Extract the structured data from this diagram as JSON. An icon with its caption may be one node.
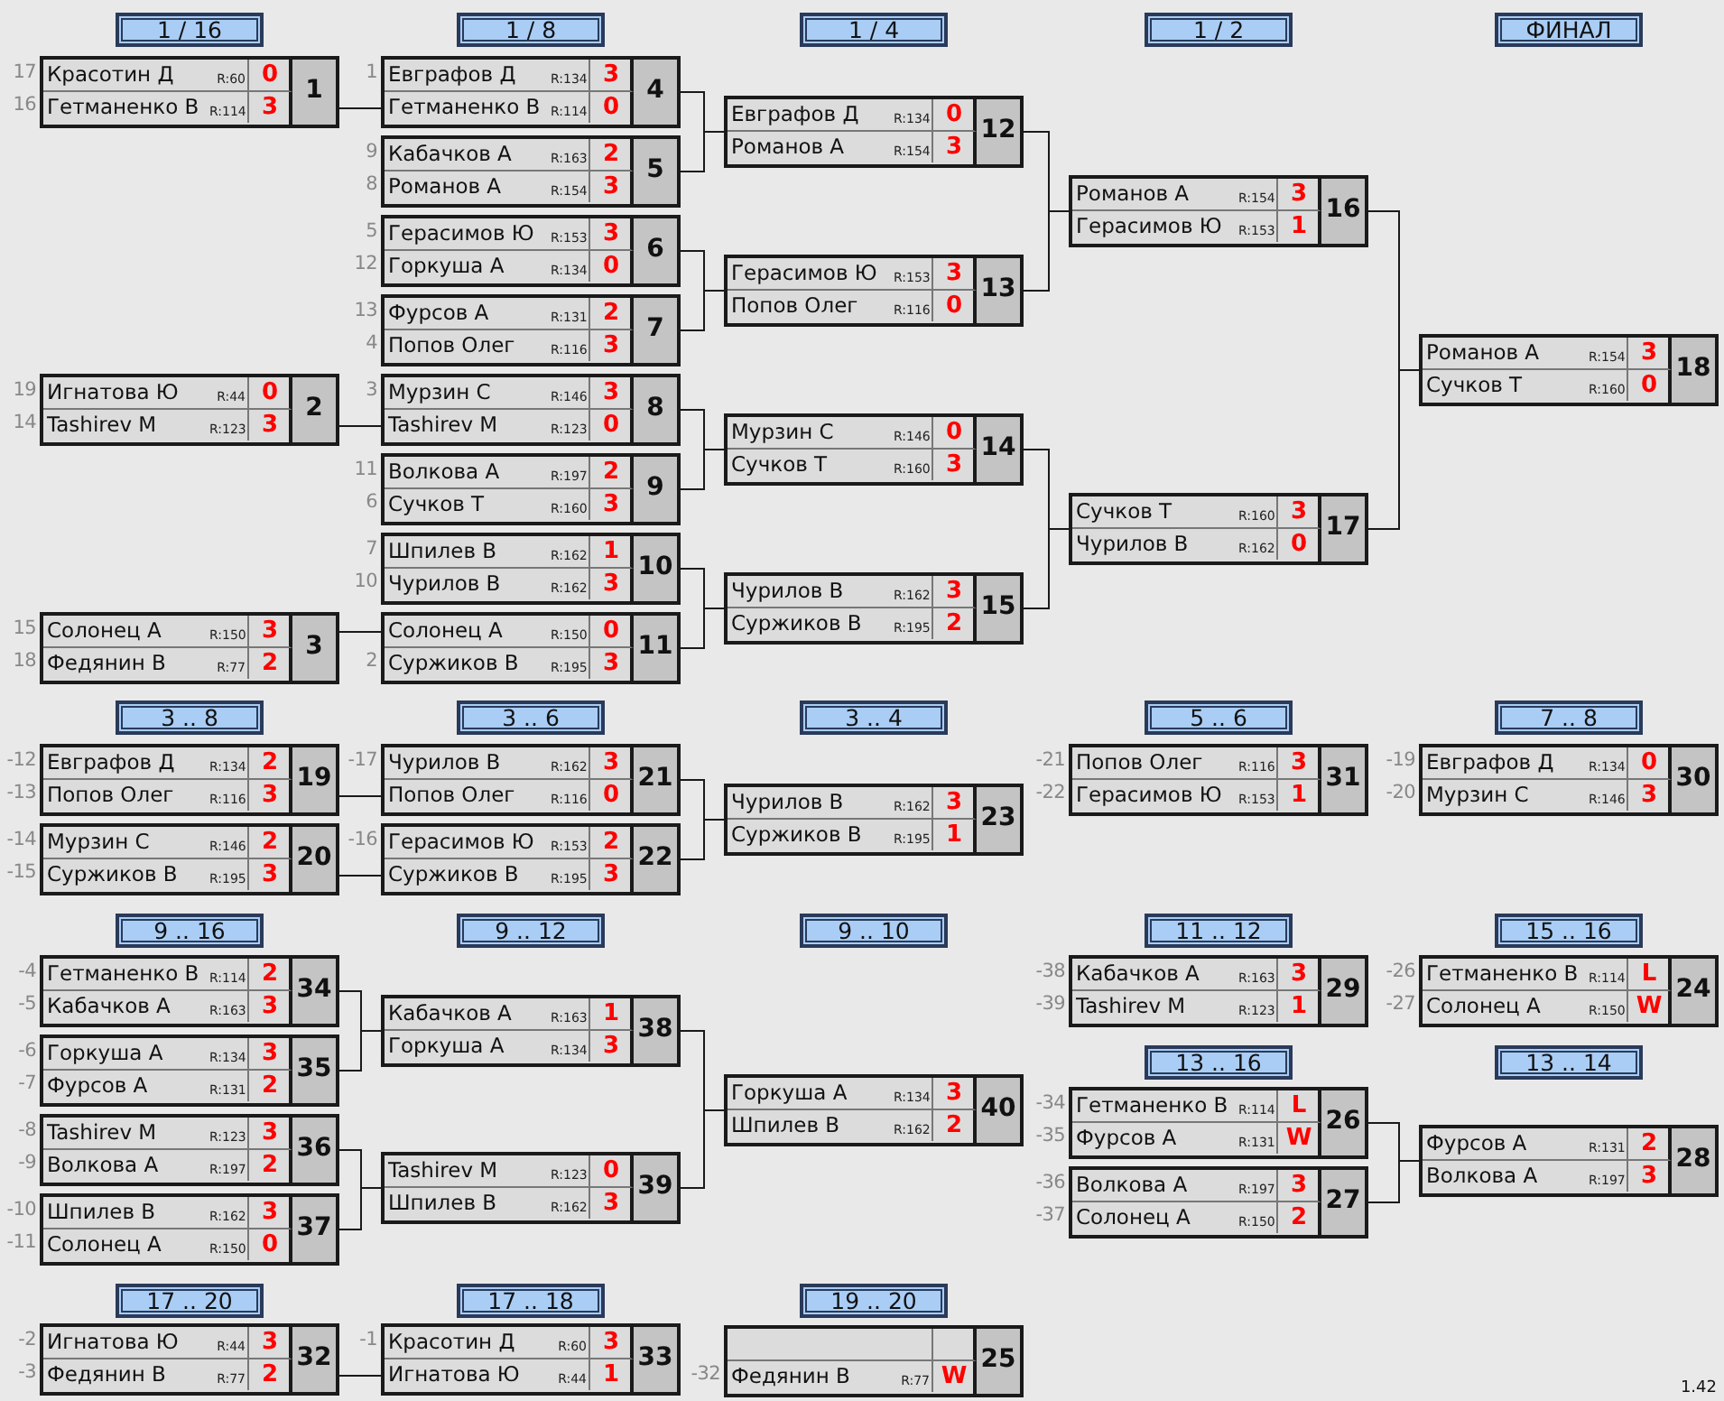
{
  "diagram": {
    "nodes": [
      {
        "text": [
          "1"
        ]
      },
      {
        "text": [
          "Красотин Д",
          "R:60",
          "0"
        ],
        "in": 0,
        "beside": [
          "17"
        ]
      },
      {
        "text": [
          "Гетманенко В",
          "R:114",
          "3"
        ],
        "in": 0,
        "beside": [
          "16"
        ]
      },
      {
        "text": [
          "2"
        ]
      },
      {
        "text": [
          "Игнатова Ю",
          "R:44",
          "0"
        ],
        "in": 3,
        "beside": [
          "19"
        ]
      },
      {
        "text": [
          "Tashirev M",
          "R:123",
          "3"
        ],
        "in": 3,
        "beside": [
          "14"
        ]
      },
      {
        "text": [
          "3"
        ]
      },
      {
        "text": [
          "Солонец А",
          "R:150",
          "3"
        ],
        "in": 6,
        "beside": [
          "15"
        ]
      },
      {
        "text": [
          "Федянин В",
          "R:77",
          "2"
        ],
        "in": 6,
        "beside": [
          "18"
        ]
      },
      {
        "text": [
          "4"
        ]
      },
      {
        "text": [
          "Евграфов Д",
          "R:134",
          "3"
        ],
        "in": 9,
        "beside": [
          "1"
        ]
      },
      {
        "text": [
          "Гетманенко В",
          "R:114",
          "0"
        ],
        "in": 9
      },
      {
        "text": [
          "5"
        ]
      },
      {
        "text": [
          "Кабачков А",
          "R:163",
          "2"
        ],
        "in": 12,
        "beside": [
          "9"
        ]
      },
      {
        "text": [
          "Романов А",
          "R:154",
          "3"
        ],
        "in": 12,
        "beside": [
          "8"
        ]
      },
      {
        "text": [
          "6"
        ]
      },
      {
        "text": [
          "Герасимов Ю",
          "R:153",
          "3"
        ],
        "in": 15,
        "beside": [
          "5"
        ]
      },
      {
        "text": [
          "Горкуша А",
          "R:134",
          "0"
        ],
        "in": 15,
        "beside": [
          "12"
        ]
      },
      {
        "text": [
          "7"
        ]
      },
      {
        "text": [
          "Фурсов А",
          "R:131",
          "2"
        ],
        "in": 18,
        "beside": [
          "13"
        ]
      },
      {
        "text": [
          "Попов Олег",
          "R:116",
          "3"
        ],
        "in": 18,
        "beside": [
          "4"
        ]
      },
      {
        "text": [
          "8"
        ]
      },
      {
        "text": [
          "Мурзин С",
          "R:146",
          "3"
        ],
        "in": 21,
        "beside": [
          "3"
        ]
      },
      {
        "text": [
          "Tashirev M",
          "R:123",
          "0"
        ],
        "in": 21
      },
      {
        "text": [
          "9"
        ]
      },
      {
        "text": [
          "Волкова А",
          "R:197",
          "2"
        ],
        "in": 24,
        "beside": [
          "11"
        ]
      },
      {
        "text": [
          "Сучков Т",
          "R:160",
          "3"
        ],
        "in": 24,
        "beside": [
          "6"
        ]
      },
      {
        "text": [
          "10"
        ]
      },
      {
        "text": [
          "Шпилев В",
          "R:162",
          "1"
        ],
        "in": 27,
        "beside": [
          "7"
        ]
      },
      {
        "text": [
          "Чурилов В",
          "R:162",
          "3"
        ],
        "in": 27,
        "beside": [
          "10"
        ]
      },
      {
        "text": [
          "11"
        ]
      },
      {
        "text": [
          "Солонец А",
          "R:150",
          "0"
        ],
        "in": 30
      },
      {
        "text": [
          "Суржиков В",
          "R:195",
          "3"
        ],
        "in": 30,
        "beside": [
          "2"
        ]
      },
      {
        "text": [
          "12"
        ]
      },
      {
        "text": [
          "Евграфов Д",
          "R:134",
          "0"
        ],
        "in": 33
      },
      {
        "text": [
          "Романов А",
          "R:154",
          "3"
        ],
        "in": 33
      },
      {
        "text": [
          "13"
        ]
      },
      {
        "text": [
          "Герасимов Ю",
          "R:153",
          "3"
        ],
        "in": 36
      },
      {
        "text": [
          "Попов Олег",
          "R:116",
          "0"
        ],
        "in": 36
      },
      {
        "text": [
          "14"
        ]
      },
      {
        "text": [
          "Мурзин С",
          "R:146",
          "0"
        ],
        "in": 39
      },
      {
        "text": [
          "Сучков Т",
          "R:160",
          "3"
        ],
        "in": 39
      },
      {
        "text": [
          "15"
        ]
      },
      {
        "text": [
          "Чурилов В",
          "R:162",
          "3"
        ],
        "in": 42
      },
      {
        "text": [
          "Суржиков В",
          "R:195",
          "2"
        ],
        "in": 42
      },
      {
        "text": [
          "16"
        ]
      },
      {
        "text": [
          "Романов А",
          "R:154",
          "3"
        ],
        "in": 45
      },
      {
        "text": [
          "Герасимов Ю",
          "R:153",
          "1"
        ],
        "in": 45
      },
      {
        "text": [
          "17"
        ]
      },
      {
        "text": [
          "Сучков Т",
          "R:160",
          "3"
        ],
        "in": 48
      },
      {
        "text": [
          "Чурилов В",
          "R:162",
          "0"
        ],
        "in": 48
      },
      {
        "text": [
          "18"
        ]
      },
      {
        "text": [
          "Романов А",
          "R:154",
          "3"
        ],
        "in": 51
      },
      {
        "text": [
          "Сучков Т",
          "R:160",
          "0"
        ],
        "in": 51
      },
      {
        "text": [
          "19"
        ]
      },
      {
        "text": [
          "Евграфов Д",
          "R:134",
          "2"
        ],
        "in": 54,
        "beside": [
          "-12"
        ]
      },
      {
        "text": [
          "Попов Олег",
          "R:116",
          "3"
        ],
        "in": 54,
        "beside": [
          "-13"
        ]
      },
      {
        "text": [
          "20"
        ]
      },
      {
        "text": [
          "Мурзин С",
          "R:146",
          "2"
        ],
        "in": 57,
        "beside": [
          "-14"
        ]
      },
      {
        "text": [
          "Суржиков В",
          "R:195",
          "3"
        ],
        "in": 57,
        "beside": [
          "-15"
        ]
      },
      {
        "text": [
          "21"
        ]
      },
      {
        "text": [
          "Чурилов В",
          "R:162",
          "3"
        ],
        "in": 60,
        "beside": [
          "-17"
        ]
      },
      {
        "text": [
          "Попов Олег",
          "R:116",
          "0"
        ],
        "in": 60
      },
      {
        "text": [
          "22"
        ]
      },
      {
        "text": [
          "Герасимов Ю",
          "R:153",
          "2"
        ],
        "in": 63,
        "beside": [
          "-16"
        ]
      },
      {
        "text": [
          "Суржиков В",
          "R:195",
          "3"
        ],
        "in": 63
      },
      {
        "text": [
          "23"
        ]
      },
      {
        "text": [
          "Чурилов В",
          "R:162",
          "3"
        ],
        "in": 66
      },
      {
        "text": [
          "Суржиков В",
          "R:195",
          "1"
        ],
        "in": 66
      },
      {
        "text": [
          "24"
        ]
      },
      {
        "text": [
          "Гетманенко В",
          "R:114",
          "L"
        ],
        "in": 69,
        "beside": [
          "-26"
        ]
      },
      {
        "text": [
          "Солонец А",
          "R:150",
          "W"
        ],
        "in": 69,
        "beside": [
          "-27"
        ]
      },
      {
        "text": [
          "25"
        ]
      },
      {
        "text": [],
        "shape": "box",
        "in": 72
      },
      {
        "text": [
          "Федянин В",
          "R:77",
          "W"
        ],
        "in": 72,
        "beside": [
          "-32"
        ]
      },
      {
        "text": [
          "26"
        ]
      },
      {
        "text": [
          "Гетманенко В",
          "R:114",
          "L"
        ],
        "in": 75,
        "beside": [
          "-34"
        ]
      },
      {
        "text": [
          "Фурсов А",
          "R:131",
          "W"
        ],
        "in": 75,
        "beside": [
          "-35"
        ]
      },
      {
        "text": [
          "27"
        ]
      },
      {
        "text": [
          "Волкова А",
          "R:197",
          "3"
        ],
        "in": 78,
        "beside": [
          "-36"
        ]
      },
      {
        "text": [
          "Солонец А",
          "R:150",
          "2"
        ],
        "in": 78,
        "beside": [
          "-37"
        ]
      },
      {
        "text": [
          "28"
        ]
      },
      {
        "text": [
          "Фурсов А",
          "R:131",
          "2"
        ],
        "in": 81
      },
      {
        "text": [
          "Волкова А",
          "R:197",
          "3"
        ],
        "in": 81
      },
      {
        "text": [
          "29"
        ]
      },
      {
        "text": [
          "Кабачков А",
          "R:163",
          "3"
        ],
        "in": 84,
        "beside": [
          "-38"
        ]
      },
      {
        "text": [
          "Tashirev M",
          "R:123",
          "1"
        ],
        "in": 84,
        "beside": [
          "-39"
        ]
      },
      {
        "text": [
          "30"
        ]
      },
      {
        "text": [
          "Евграфов Д",
          "R:134",
          "0"
        ],
        "in": 87,
        "beside": [
          "-19"
        ]
      },
      {
        "text": [
          "Мурзин С",
          "R:146",
          "3"
        ],
        "in": 87,
        "beside": [
          "-20"
        ]
      },
      {
        "text": [
          "31"
        ]
      },
      {
        "text": [
          "Попов Олег",
          "R:116",
          "3"
        ],
        "in": 90,
        "beside": [
          "-21"
        ]
      },
      {
        "text": [
          "Герасимов Ю",
          "R:153",
          "1"
        ],
        "in": 90,
        "beside": [
          "-22"
        ]
      },
      {
        "text": [
          "32"
        ]
      },
      {
        "text": [
          "Игнатова Ю",
          "R:44",
          "3"
        ],
        "in": 93,
        "beside": [
          "-2"
        ]
      },
      {
        "text": [
          "Федянин В",
          "R:77",
          "2"
        ],
        "in": 93,
        "beside": [
          "-3"
        ]
      },
      {
        "text": [
          "33"
        ]
      },
      {
        "text": [
          "Красотин Д",
          "R:60",
          "3"
        ],
        "in": 96,
        "beside": [
          "-1"
        ]
      },
      {
        "text": [
          "Игнатова Ю",
          "R:44",
          "1"
        ],
        "in": 96
      },
      {
        "text": [
          "34"
        ]
      },
      {
        "text": [
          "Гетманенко В",
          "R:114",
          "2"
        ],
        "in": 99,
        "beside": [
          "-4"
        ]
      },
      {
        "text": [
          "Кабачков А",
          "R:163",
          "3"
        ],
        "in": 99,
        "beside": [
          "-5"
        ]
      },
      {
        "text": [
          "35"
        ]
      },
      {
        "text": [
          "Горкуша А",
          "R:134",
          "3"
        ],
        "in": 102,
        "beside": [
          "-6"
        ]
      },
      {
        "text": [
          "Фурсов А",
          "R:131",
          "2"
        ],
        "in": 102,
        "beside": [
          "-7"
        ]
      },
      {
        "text": [
          "36"
        ]
      },
      {
        "text": [
          "Tashirev M",
          "R:123",
          "3"
        ],
        "in": 105,
        "beside": [
          "-8"
        ]
      },
      {
        "text": [
          "Волкова А",
          "R:197",
          "2"
        ],
        "in": 105,
        "beside": [
          "-9"
        ]
      },
      {
        "text": [
          "37"
        ]
      },
      {
        "text": [
          "Шпилев В",
          "R:162",
          "3"
        ],
        "in": 108,
        "beside": [
          "-10"
        ]
      },
      {
        "text": [
          "Солонец А",
          "R:150",
          "0"
        ],
        "in": 108,
        "beside": [
          "-11"
        ]
      },
      {
        "text": [
          "38"
        ]
      },
      {
        "text": [
          "Кабачков А",
          "R:163",
          "1"
        ],
        "in": 111
      },
      {
        "text": [
          "Горкуша А",
          "R:134",
          "3"
        ],
        "in": 111
      },
      {
        "text": [
          "39"
        ]
      },
      {
        "text": [
          "Tashirev M",
          "R:123",
          "0"
        ],
        "in": 114
      },
      {
        "text": [
          "Шпилев В",
          "R:162",
          "3"
        ],
        "in": 114
      },
      {
        "text": [
          "40"
        ]
      },
      {
        "text": [
          "Горкуша А",
          "R:134",
          "3"
        ],
        "in": 117
      },
      {
        "text": [
          "Шпилев В",
          "R:162",
          "2"
        ],
        "in": 117
      }
    ],
    "edges": [
      {
        "from": 0,
        "to": 9,
        "arrow": "none"
      },
      {
        "from": 3,
        "to": 21,
        "arrow": "none"
      },
      {
        "from": 6,
        "to": 30,
        "arrow": "none"
      },
      {
        "from": 9,
        "to": 33,
        "arrow": "none"
      },
      {
        "from": 12,
        "to": 33,
        "arrow": "none"
      },
      {
        "from": 15,
        "to": 36,
        "arrow": "none"
      },
      {
        "from": 18,
        "to": 36,
        "arrow": "none"
      },
      {
        "from": 21,
        "to": 39,
        "arrow": "none"
      },
      {
        "from": 24,
        "to": 39,
        "arrow": "none"
      },
      {
        "from": 27,
        "to": 42,
        "arrow": "none"
      },
      {
        "from": 30,
        "to": 42,
        "arrow": "none"
      },
      {
        "from": 33,
        "to": 45,
        "arrow": "none"
      },
      {
        "from": 36,
        "to": 45,
        "arrow": "none"
      },
      {
        "from": 39,
        "to": 48,
        "arrow": "none"
      },
      {
        "from": 42,
        "to": 48,
        "arrow": "none"
      },
      {
        "from": 45,
        "to": 51,
        "arrow": "none"
      },
      {
        "from": 48,
        "to": 51,
        "arrow": "none"
      },
      {
        "from": 54,
        "to": 60,
        "arrow": "none"
      },
      {
        "from": 57,
        "to": 63,
        "arrow": "none"
      },
      {
        "from": 60,
        "to": 66,
        "arrow": "none"
      },
      {
        "from": 63,
        "to": 66,
        "arrow": "none"
      },
      {
        "from": 99,
        "to": 111,
        "arrow": "none"
      },
      {
        "from": 102,
        "to": 111,
        "arrow": "none"
      },
      {
        "from": 105,
        "to": 114,
        "arrow": "none"
      },
      {
        "from": 108,
        "to": 114,
        "arrow": "none"
      },
      {
        "from": 111,
        "to": 117,
        "arrow": "none"
      },
      {
        "from": 114,
        "to": 117,
        "arrow": "none"
      },
      {
        "from": 93,
        "to": 96,
        "arrow": "none"
      },
      {
        "from": 75,
        "to": 81,
        "arrow": "none"
      },
      {
        "from": 78,
        "to": 81,
        "arrow": "none"
      }
    ],
    "labels": [
      "1 / 16",
      "1 / 8",
      "1 / 4",
      "1 / 2",
      "ФИНАЛ",
      "3 .. 8",
      "3 .. 6",
      "3 .. 4",
      "5 .. 6",
      "7 .. 8",
      "9 .. 16",
      "9 .. 12",
      "9 .. 10",
      "11 .. 12",
      "15 .. 16",
      "13 .. 16",
      "13 .. 14",
      "17 .. 20",
      "17 .. 18",
      "19 .. 20",
      "1.42"
    ]
  }
}
